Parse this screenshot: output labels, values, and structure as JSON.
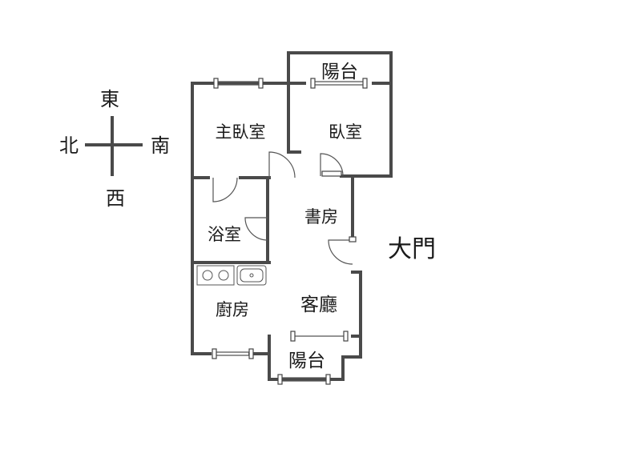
{
  "compass": {
    "east": "東",
    "north": "北",
    "south": "南",
    "west": "西"
  },
  "rooms": {
    "balcony_top": "陽台",
    "master_bedroom": "主臥室",
    "bedroom": "臥室",
    "study": "書房",
    "bathroom": "浴室",
    "kitchen": "廚房",
    "living_room": "客廳",
    "balcony_bottom": "陽台"
  },
  "entrance": "大門",
  "colors": {
    "wall": "#4a4a4a",
    "text": "#1a1a1a",
    "background": "#ffffff"
  }
}
